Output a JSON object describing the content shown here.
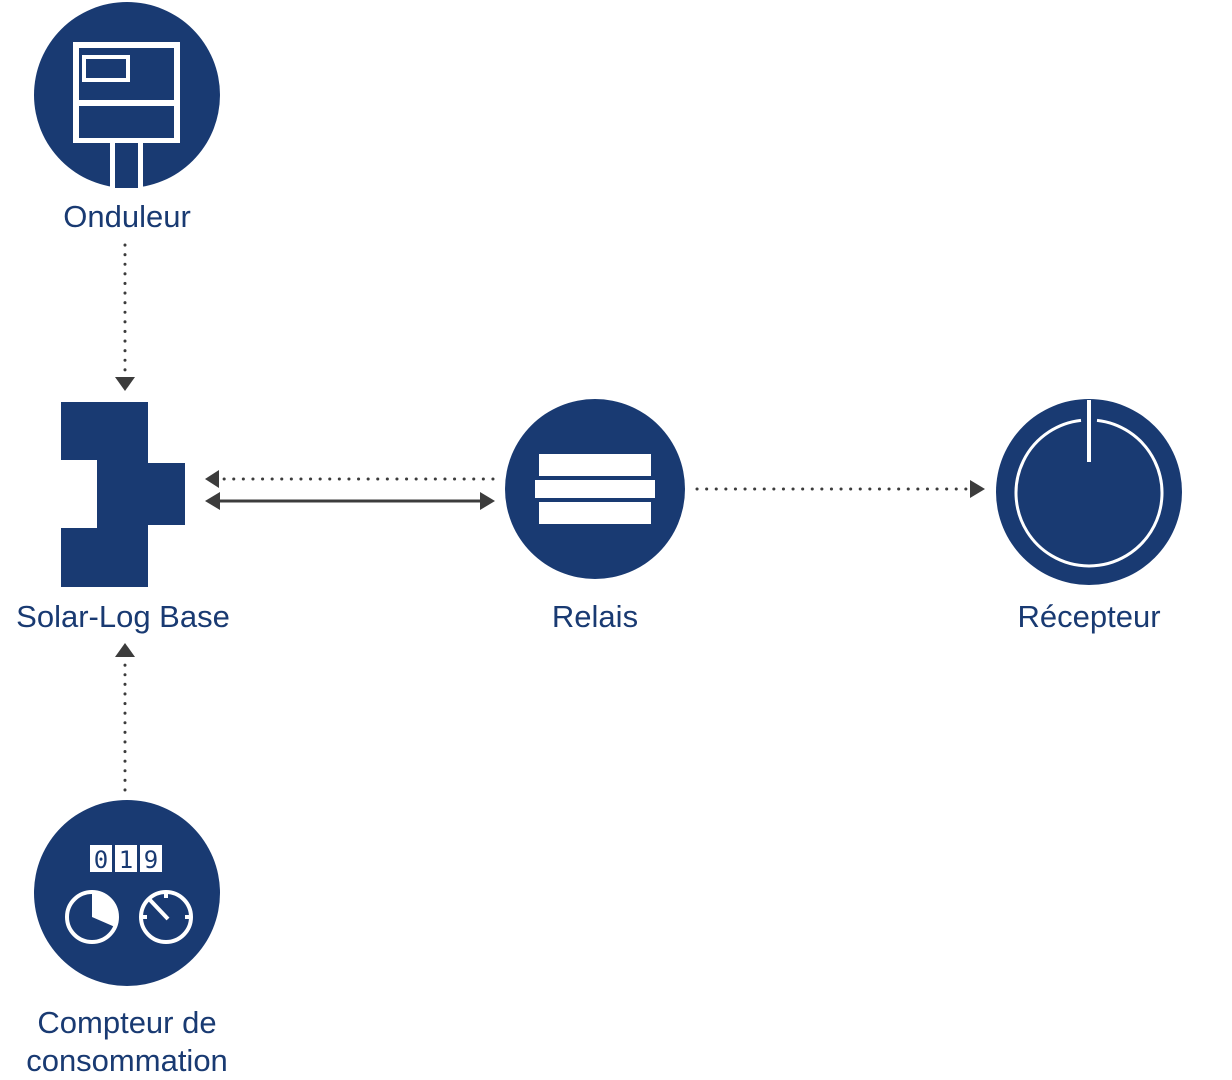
{
  "colors": {
    "primary": "#193a72",
    "arrow": "#3c3c3c",
    "background": "#ffffff"
  },
  "nodes": {
    "onduleur": {
      "label": "Onduleur",
      "icon": "inverter-icon"
    },
    "solar_log": {
      "label": "Solar-Log Base",
      "icon": "solar-log-device-icon"
    },
    "relais": {
      "label": "Relais",
      "icon": "relay-icon"
    },
    "recepteur": {
      "label": "Récepteur",
      "icon": "power-icon"
    },
    "compteur": {
      "label_line1": "Compteur de",
      "label_line2": "consommation",
      "icon": "meter-icon",
      "digits": [
        "0",
        "1",
        "9"
      ]
    }
  },
  "edges": [
    {
      "from": "onduleur",
      "to": "solar_log",
      "style": "dotted",
      "direction": "forward"
    },
    {
      "from": "compteur",
      "to": "solar_log",
      "style": "dotted",
      "direction": "forward"
    },
    {
      "from": "relais",
      "to": "solar_log",
      "style": "dotted",
      "direction": "forward"
    },
    {
      "from": "solar_log",
      "to": "relais",
      "style": "solid",
      "direction": "both"
    },
    {
      "from": "relais",
      "to": "recepteur",
      "style": "dotted",
      "direction": "forward"
    }
  ]
}
